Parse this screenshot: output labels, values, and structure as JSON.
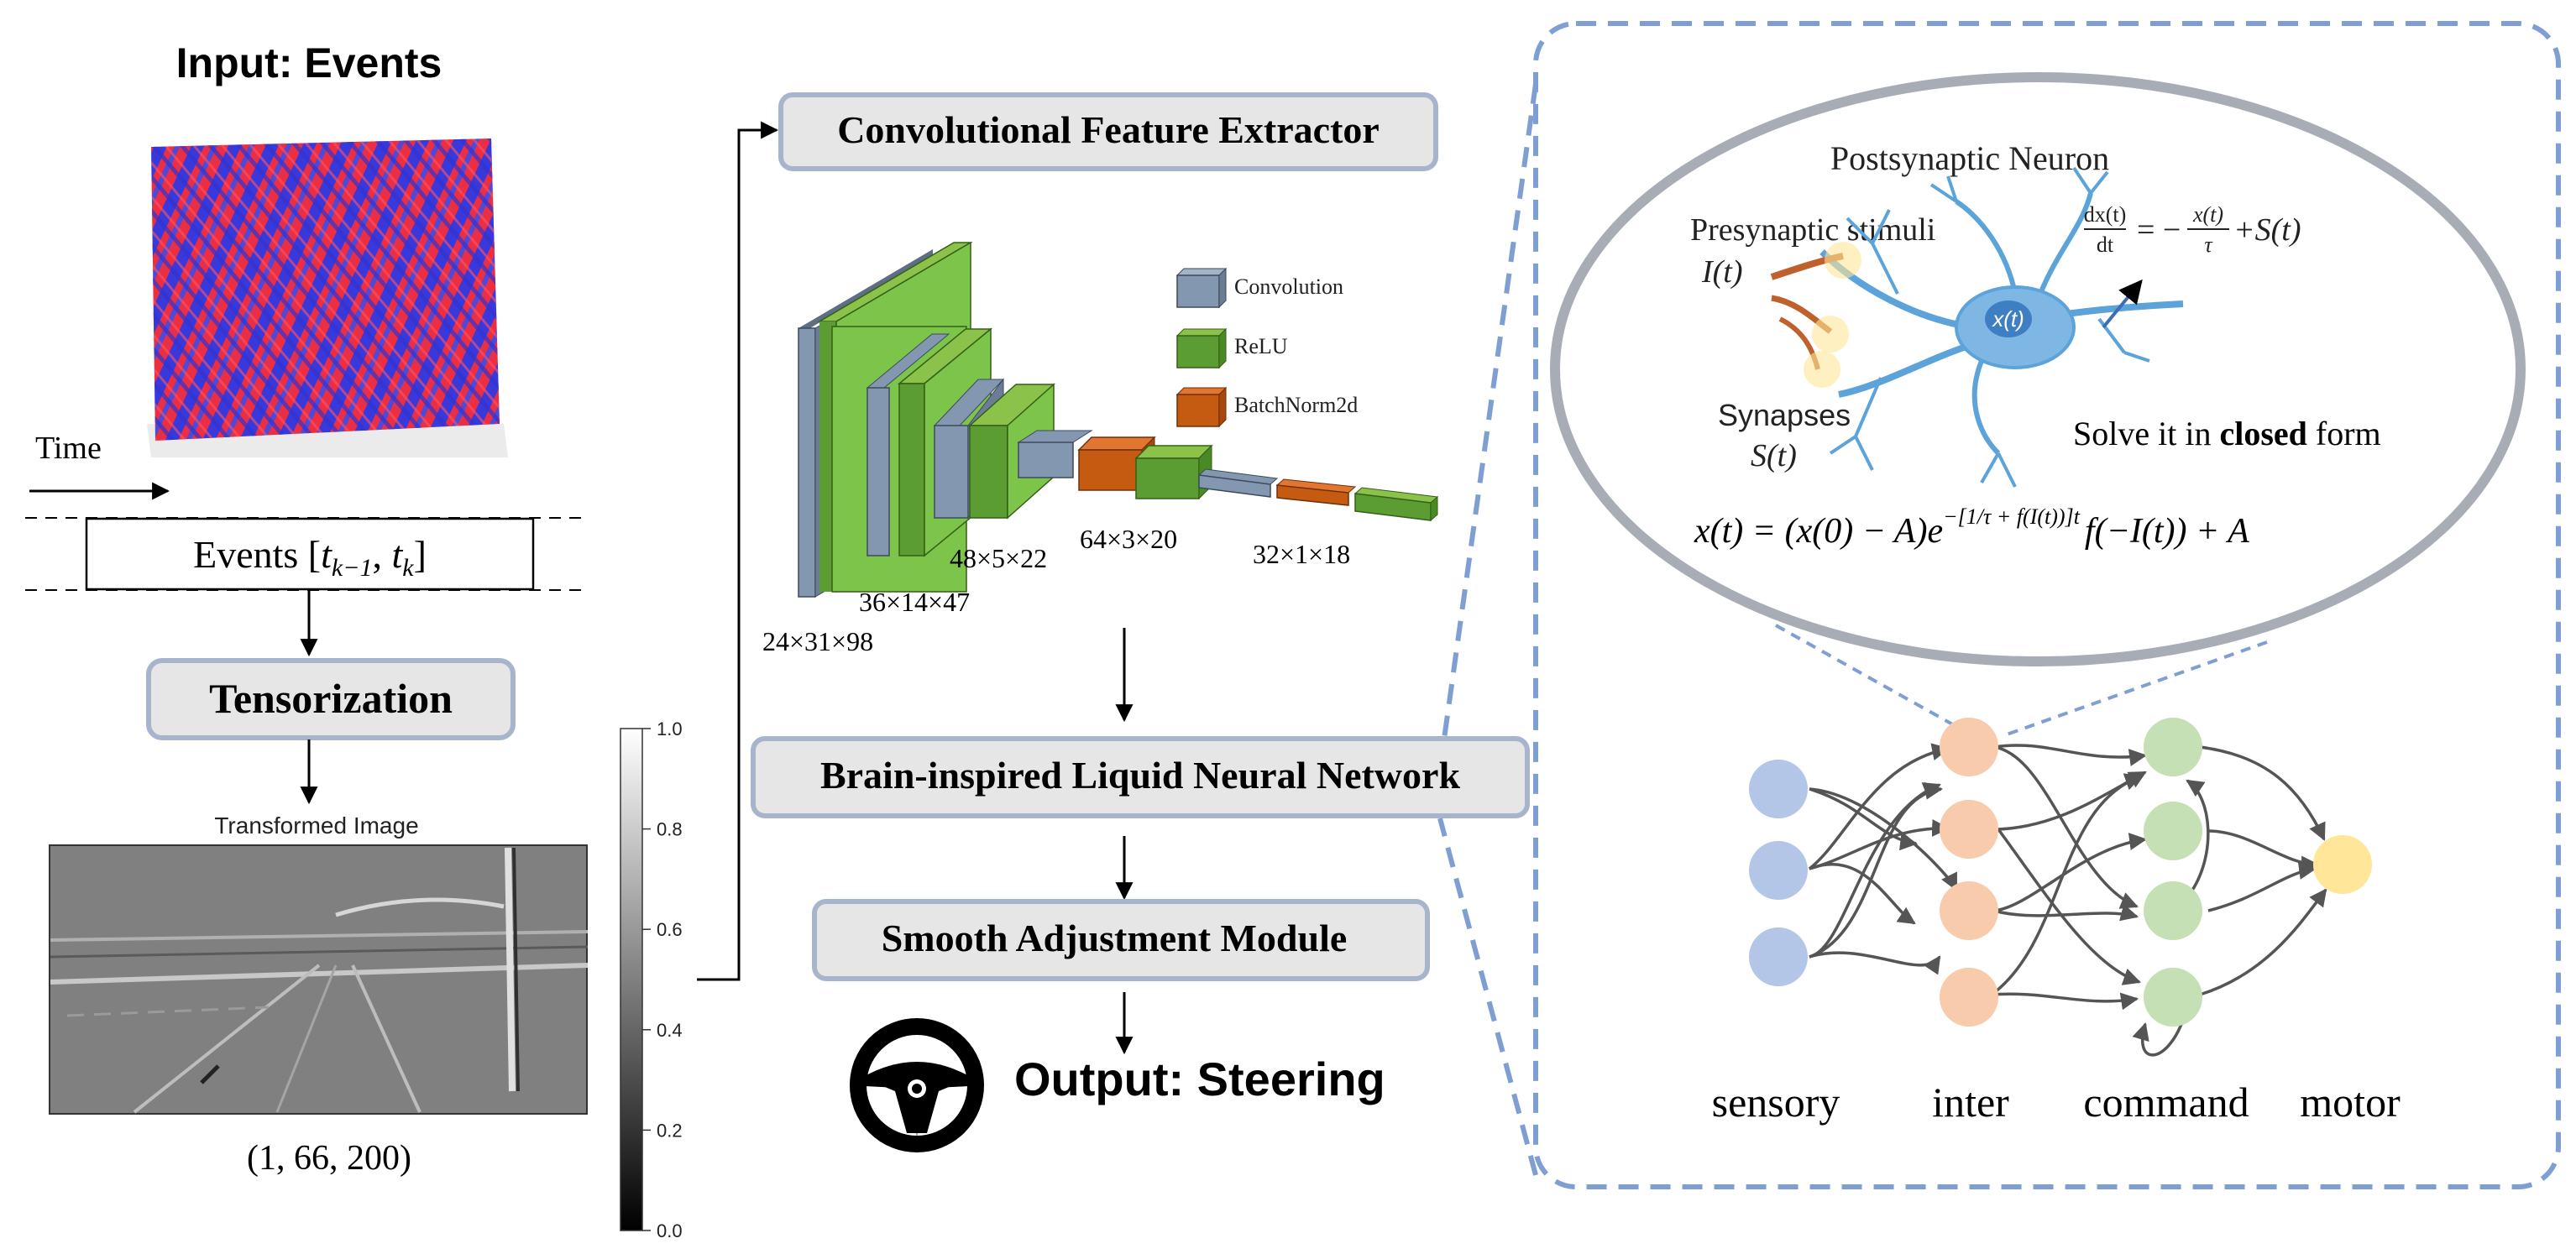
{
  "input": {
    "title": "Input: Events",
    "time_label": "Time",
    "events_label": "Events [",
    "events_t1": "t",
    "events_t1_sub": "k−1",
    "events_sep": ", ",
    "events_t2": "t",
    "events_t2_sub": "k",
    "events_close": "]"
  },
  "tensorization": {
    "label": "Tensorization"
  },
  "transformed": {
    "title": "Transformed Image",
    "shape": "(1, 66, 200)",
    "colorbar_ticks": [
      "1.0",
      "0.8",
      "0.6",
      "0.4",
      "0.2",
      "0.0"
    ]
  },
  "cnn": {
    "title": "Convolutional Feature Extractor",
    "legend": [
      "Convolution",
      "ReLU",
      "BatchNorm2d"
    ],
    "dims": [
      "24×31×98",
      "36×14×47",
      "48×5×22",
      "64×3×20",
      "32×1×18"
    ]
  },
  "lnn": {
    "label": "Brain-inspired Liquid Neural Network"
  },
  "smooth": {
    "label": "Smooth Adjustment Module"
  },
  "output": {
    "label": "Output: Steering"
  },
  "neuron": {
    "postsynaptic": "Postsynaptic Neuron",
    "presynaptic": "Presynaptic stimuli",
    "input_var": "I(t)",
    "synapses": "Synapses",
    "synapse_var": "S(t)",
    "state_var": "x(t)",
    "ode_dx": "dx(t)",
    "ode_dt": "dt",
    "ode_eq": "= −",
    "ode_xt": "x(t)",
    "ode_tau": "τ",
    "ode_plus": "+S(t)",
    "solve_prefix": "Solve it in ",
    "solve_bold": "closed",
    "solve_suffix": " form",
    "closed_form_main": "x(t) = (x(0) − A)e",
    "closed_form_exp": "−[1/τ + f(I(t))]t",
    "closed_form_tail": "f(−I(t)) + A"
  },
  "network": {
    "layers": [
      "sensory",
      "inter",
      "command",
      "motor"
    ],
    "colors": {
      "sensory": "#b4c6e7",
      "inter": "#f8cbad",
      "command": "#c5e0b4",
      "motor": "#ffe699"
    }
  },
  "colors": {
    "box_fill": "#e7e6e6",
    "box_stroke": "#a7b5cc",
    "dashed": "#7f9fd3",
    "conv": "#8497b0",
    "relu": "#70ad47",
    "bn": "#c55a11"
  }
}
